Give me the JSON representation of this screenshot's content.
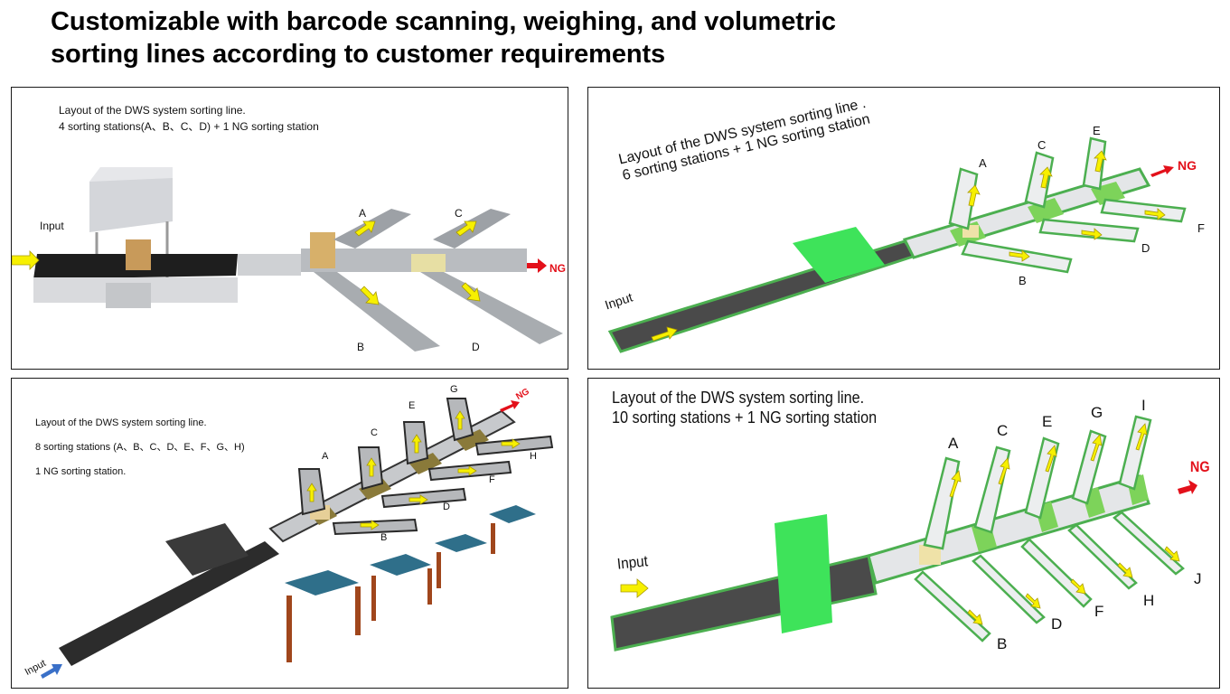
{
  "title": {
    "line1": "Customizable with barcode scanning, weighing, and volumetric",
    "line2": "sorting lines according to customer requirements"
  },
  "colors": {
    "green_frame": "#4caf50",
    "green_hood": "#3ee35a",
    "yellow_arrow": "#f7f000",
    "red_arrow": "#e3101a",
    "blue_arrow": "#3a70c8",
    "belt_dark": "#3a3a3a",
    "table_leg": "#a0461c",
    "table_top": "#2f6f8a"
  },
  "panels": [
    {
      "id": "4-station",
      "desc_line1": "Layout of the DWS system sorting line.",
      "desc_line2": "4 sorting stations(A、B、C、D) + 1 NG  sorting station",
      "input_label": "Input",
      "ng_label": "NG",
      "stations": [
        "A",
        "B",
        "C",
        "D"
      ]
    },
    {
      "id": "6-station",
      "desc_line1": "Layout of the DWS system sorting line .",
      "desc_line2": "6 sorting stations + 1 NG  sorting station",
      "input_label": "Input",
      "ng_label": "NG",
      "stations": [
        "A",
        "B",
        "C",
        "D",
        "E",
        "F"
      ]
    },
    {
      "id": "8-station",
      "desc_line1": "Layout of the DWS system sorting line.",
      "desc_line2": "8 sorting stations (A、B、C、D、E、F、G、H)",
      "desc_line3": "1 NG  sorting station.",
      "input_label": "Input",
      "ng_label": "NG",
      "stations": [
        "A",
        "B",
        "C",
        "D",
        "E",
        "F",
        "G",
        "H"
      ]
    },
    {
      "id": "10-station",
      "desc_line1": "Layout of the DWS system sorting line.",
      "desc_line2": "10 sorting stations + 1 NG  sorting station",
      "input_label": "Input",
      "ng_label": "NG",
      "stations": [
        "A",
        "B",
        "C",
        "D",
        "E",
        "F",
        "G",
        "H",
        "I",
        "J"
      ]
    }
  ]
}
